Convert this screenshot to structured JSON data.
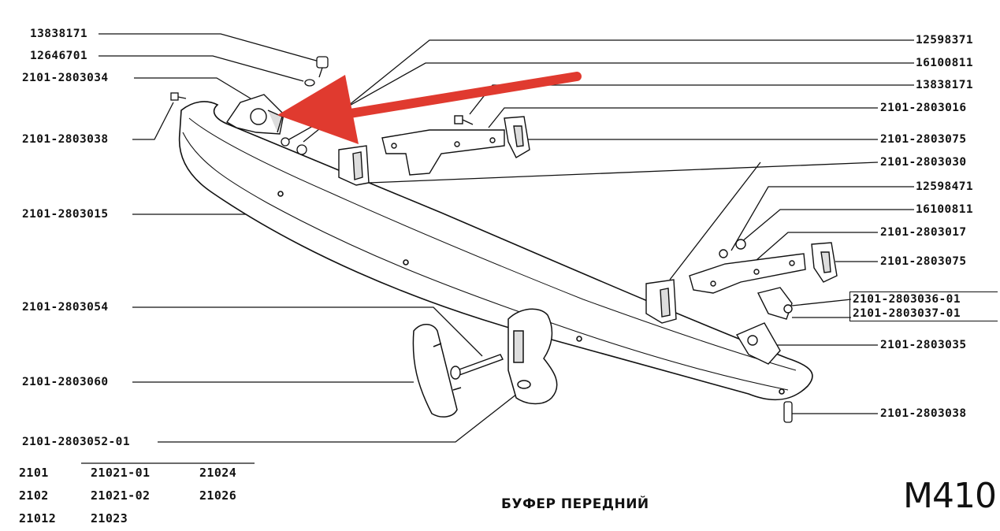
{
  "title": "БУФЕР ПЕРЕДНИЙ",
  "diagram_code": "M410",
  "colors": {
    "ink": "#111111",
    "arrow": "#e03a2f",
    "background": "#ffffff"
  },
  "labels_left": [
    "13838171",
    "12646701",
    "2101-2803034",
    "2101-2803038",
    "2101-2803015",
    "2101-2803054",
    "2101-2803060",
    "2101-2803052-01"
  ],
  "labels_right": [
    "12598371",
    "16100811",
    "13838171",
    "2101-2803016",
    "2101-2803075",
    "2101-2803030",
    "12598471",
    "16100811",
    "2101-2803017",
    "2101-2803075",
    "2101-2803036-01",
    "2101-2803037-01",
    "2101-2803035",
    "2101-2803038"
  ],
  "models": [
    [
      "2101",
      "21021-01",
      "21024"
    ],
    [
      "2102",
      "21021-02",
      "21026"
    ],
    [
      "21012",
      "21023",
      ""
    ]
  ]
}
